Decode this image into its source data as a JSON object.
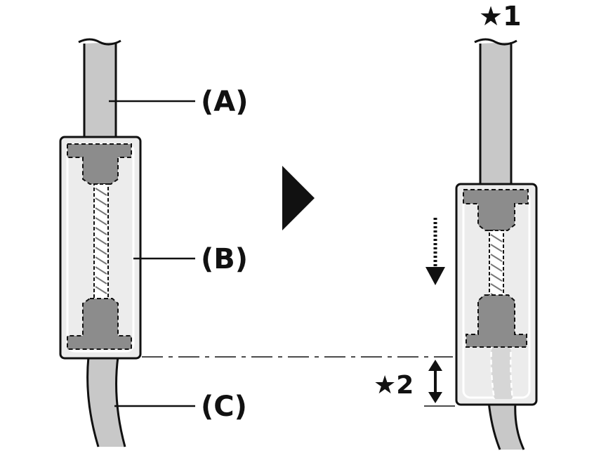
{
  "labels": {
    "a": "(A)",
    "b": "(B)",
    "c": "(C)",
    "star1": "★1",
    "star2": "★2"
  },
  "colors": {
    "outline": "#111111",
    "cable": "#c8c8c8",
    "housing_fill": "#ececec",
    "fitting": "#8c8c8c",
    "background": "#ffffff"
  },
  "icons": {
    "next_step": "triangle-right-icon",
    "move_direction": "arrow-down-icon",
    "measurement": "double-arrow-vertical-icon"
  }
}
